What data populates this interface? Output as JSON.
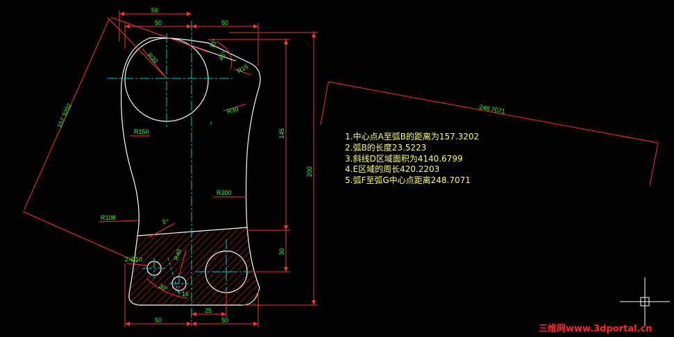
{
  "dimensions": {
    "top_overall": "56",
    "top_left": "50",
    "top_right": "50",
    "bottom_left": "50",
    "bottom_right": "50",
    "bottom_mid": "25",
    "height_145": "145",
    "height_200": "200",
    "height_30": "30",
    "diag_left": "157.3202",
    "diag_right": "248.7071"
  },
  "radii": {
    "r30_top": "R30",
    "r15": "R15",
    "r30_right": "R30",
    "r150": "R150",
    "r300": "R300",
    "r108": "R108",
    "r40": "R40",
    "hole_label": "2-Ø10",
    "r16": "16"
  },
  "angles": {
    "a15": "15°",
    "a45": "45°",
    "a5": "5°",
    "a30": "30°"
  },
  "notes": [
    "1.中心点A至弧B的距离为157.3202",
    "2.弧B的长度23.5223",
    "3.斜线D区域面积为4140.6799",
    "4.E区域的周长420.2203",
    "5.弧F至弧G中心点距离248.7071"
  ],
  "watermark": "三维网www.3dportal.cn",
  "colors": {
    "background": "#000000",
    "outline": "#ffffff",
    "dimension": "#ff3333",
    "dim_text": "#33ff33",
    "center": "#00cccc",
    "note": "#ffff66"
  }
}
